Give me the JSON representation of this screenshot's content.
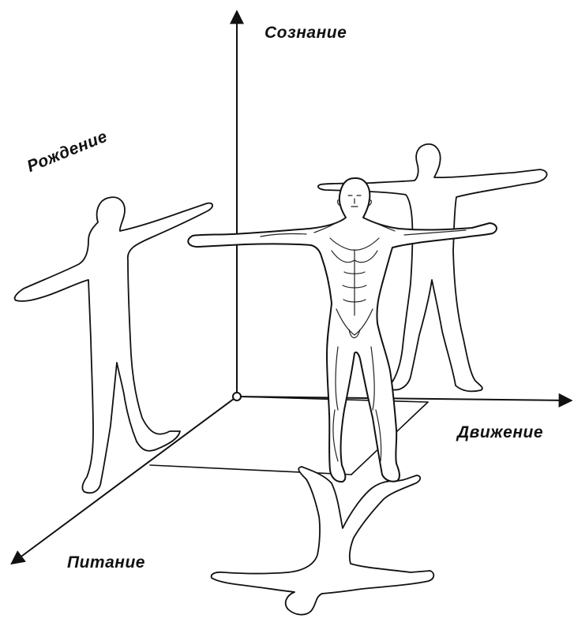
{
  "axes": {
    "vertical": "Сознание",
    "horizontal": "Движение",
    "depth": "Питание",
    "plane_left": "Рождение"
  },
  "colors": {
    "ink": "#111111",
    "background": "#ffffff"
  }
}
